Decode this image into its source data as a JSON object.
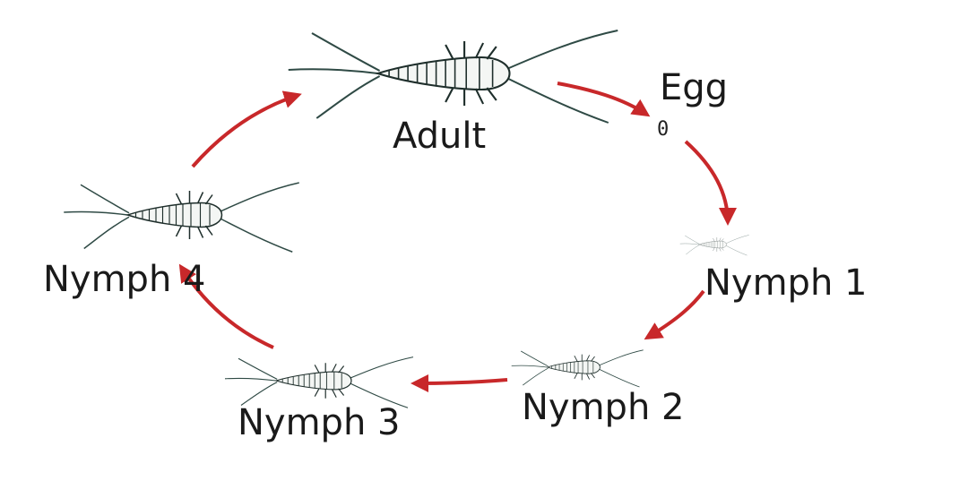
{
  "diagram": {
    "stages": {
      "adult": "Adult",
      "egg": "Egg",
      "egg_marker": "0",
      "nymph1": "Nymph 1",
      "nymph2": "Nymph 2",
      "nymph3": "Nymph 3",
      "nymph4": "Nymph 4"
    },
    "arrow_color": "#c8282a",
    "insect_ink_color": "#2f4a45",
    "cycle_order": [
      "Adult",
      "Egg",
      "Nymph 1",
      "Nymph 2",
      "Nymph 3",
      "Nymph 4"
    ],
    "icons": [
      "silverfish-adult-icon",
      "silverfish-nymph-icon"
    ]
  }
}
